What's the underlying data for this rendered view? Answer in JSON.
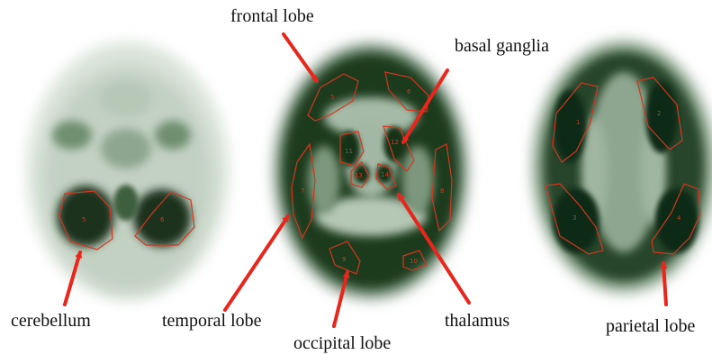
{
  "labels": {
    "frontal": "frontal lobe",
    "basal": "basal ganglia",
    "cerebellum": "cerebellum",
    "temporal": "temporal lobe",
    "occipital": "occipital lobe",
    "thalamus": "thalamus",
    "parietal": "parietal lobe"
  },
  "roi_numbers": {
    "cereb_left": "5",
    "cereb_right": "6",
    "frontal_left": "5",
    "frontal_right": "6",
    "bg_left": "11",
    "bg_right": "12",
    "thal_left": "13",
    "thal_right": "14",
    "temporal_left": "7",
    "temporal_right": "8",
    "occipital_left": "9",
    "occipital_right": "10",
    "parietal_ant_left": "1",
    "parietal_ant_right": "2",
    "parietal_post_left": "3",
    "parietal_post_right": "4"
  },
  "colors": {
    "arrow": "#e8261c",
    "roi_outline": "#d2371f",
    "scan_dark": "#0f2412",
    "scan_mid": "#4f6e52",
    "scan_light": "#cfd9cf",
    "background": "#ffffff"
  }
}
